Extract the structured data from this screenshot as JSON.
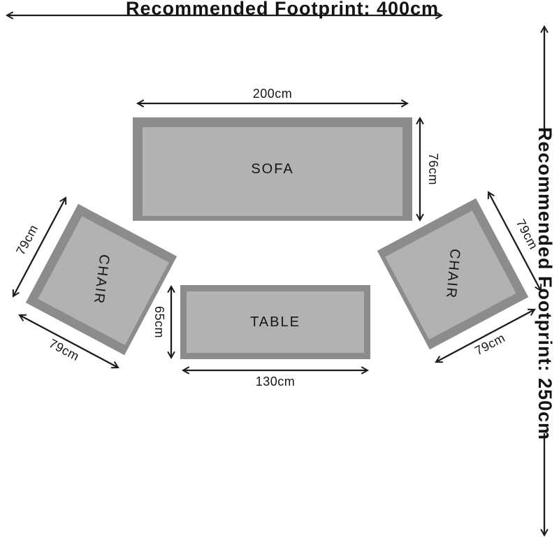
{
  "titles": {
    "top": "Recommended Footprint: 400cm",
    "right": "Recommended Footprint: 250cm"
  },
  "furniture": {
    "sofa": {
      "label": "SOFA",
      "width": "200cm",
      "depth": "76cm"
    },
    "table": {
      "label": "TABLE",
      "width": "130cm",
      "depth": "65cm"
    },
    "chair_left": {
      "label": "CHAIR",
      "side_a": "79cm",
      "side_b": "79cm"
    },
    "chair_right": {
      "label": "CHAIR",
      "side_a": "79cm",
      "side_b": "79cm"
    }
  },
  "colors": {
    "furniture-fill": "#b2b2b2",
    "furniture-border": "#8c8c8c",
    "line-color": "#1c1c1c"
  }
}
